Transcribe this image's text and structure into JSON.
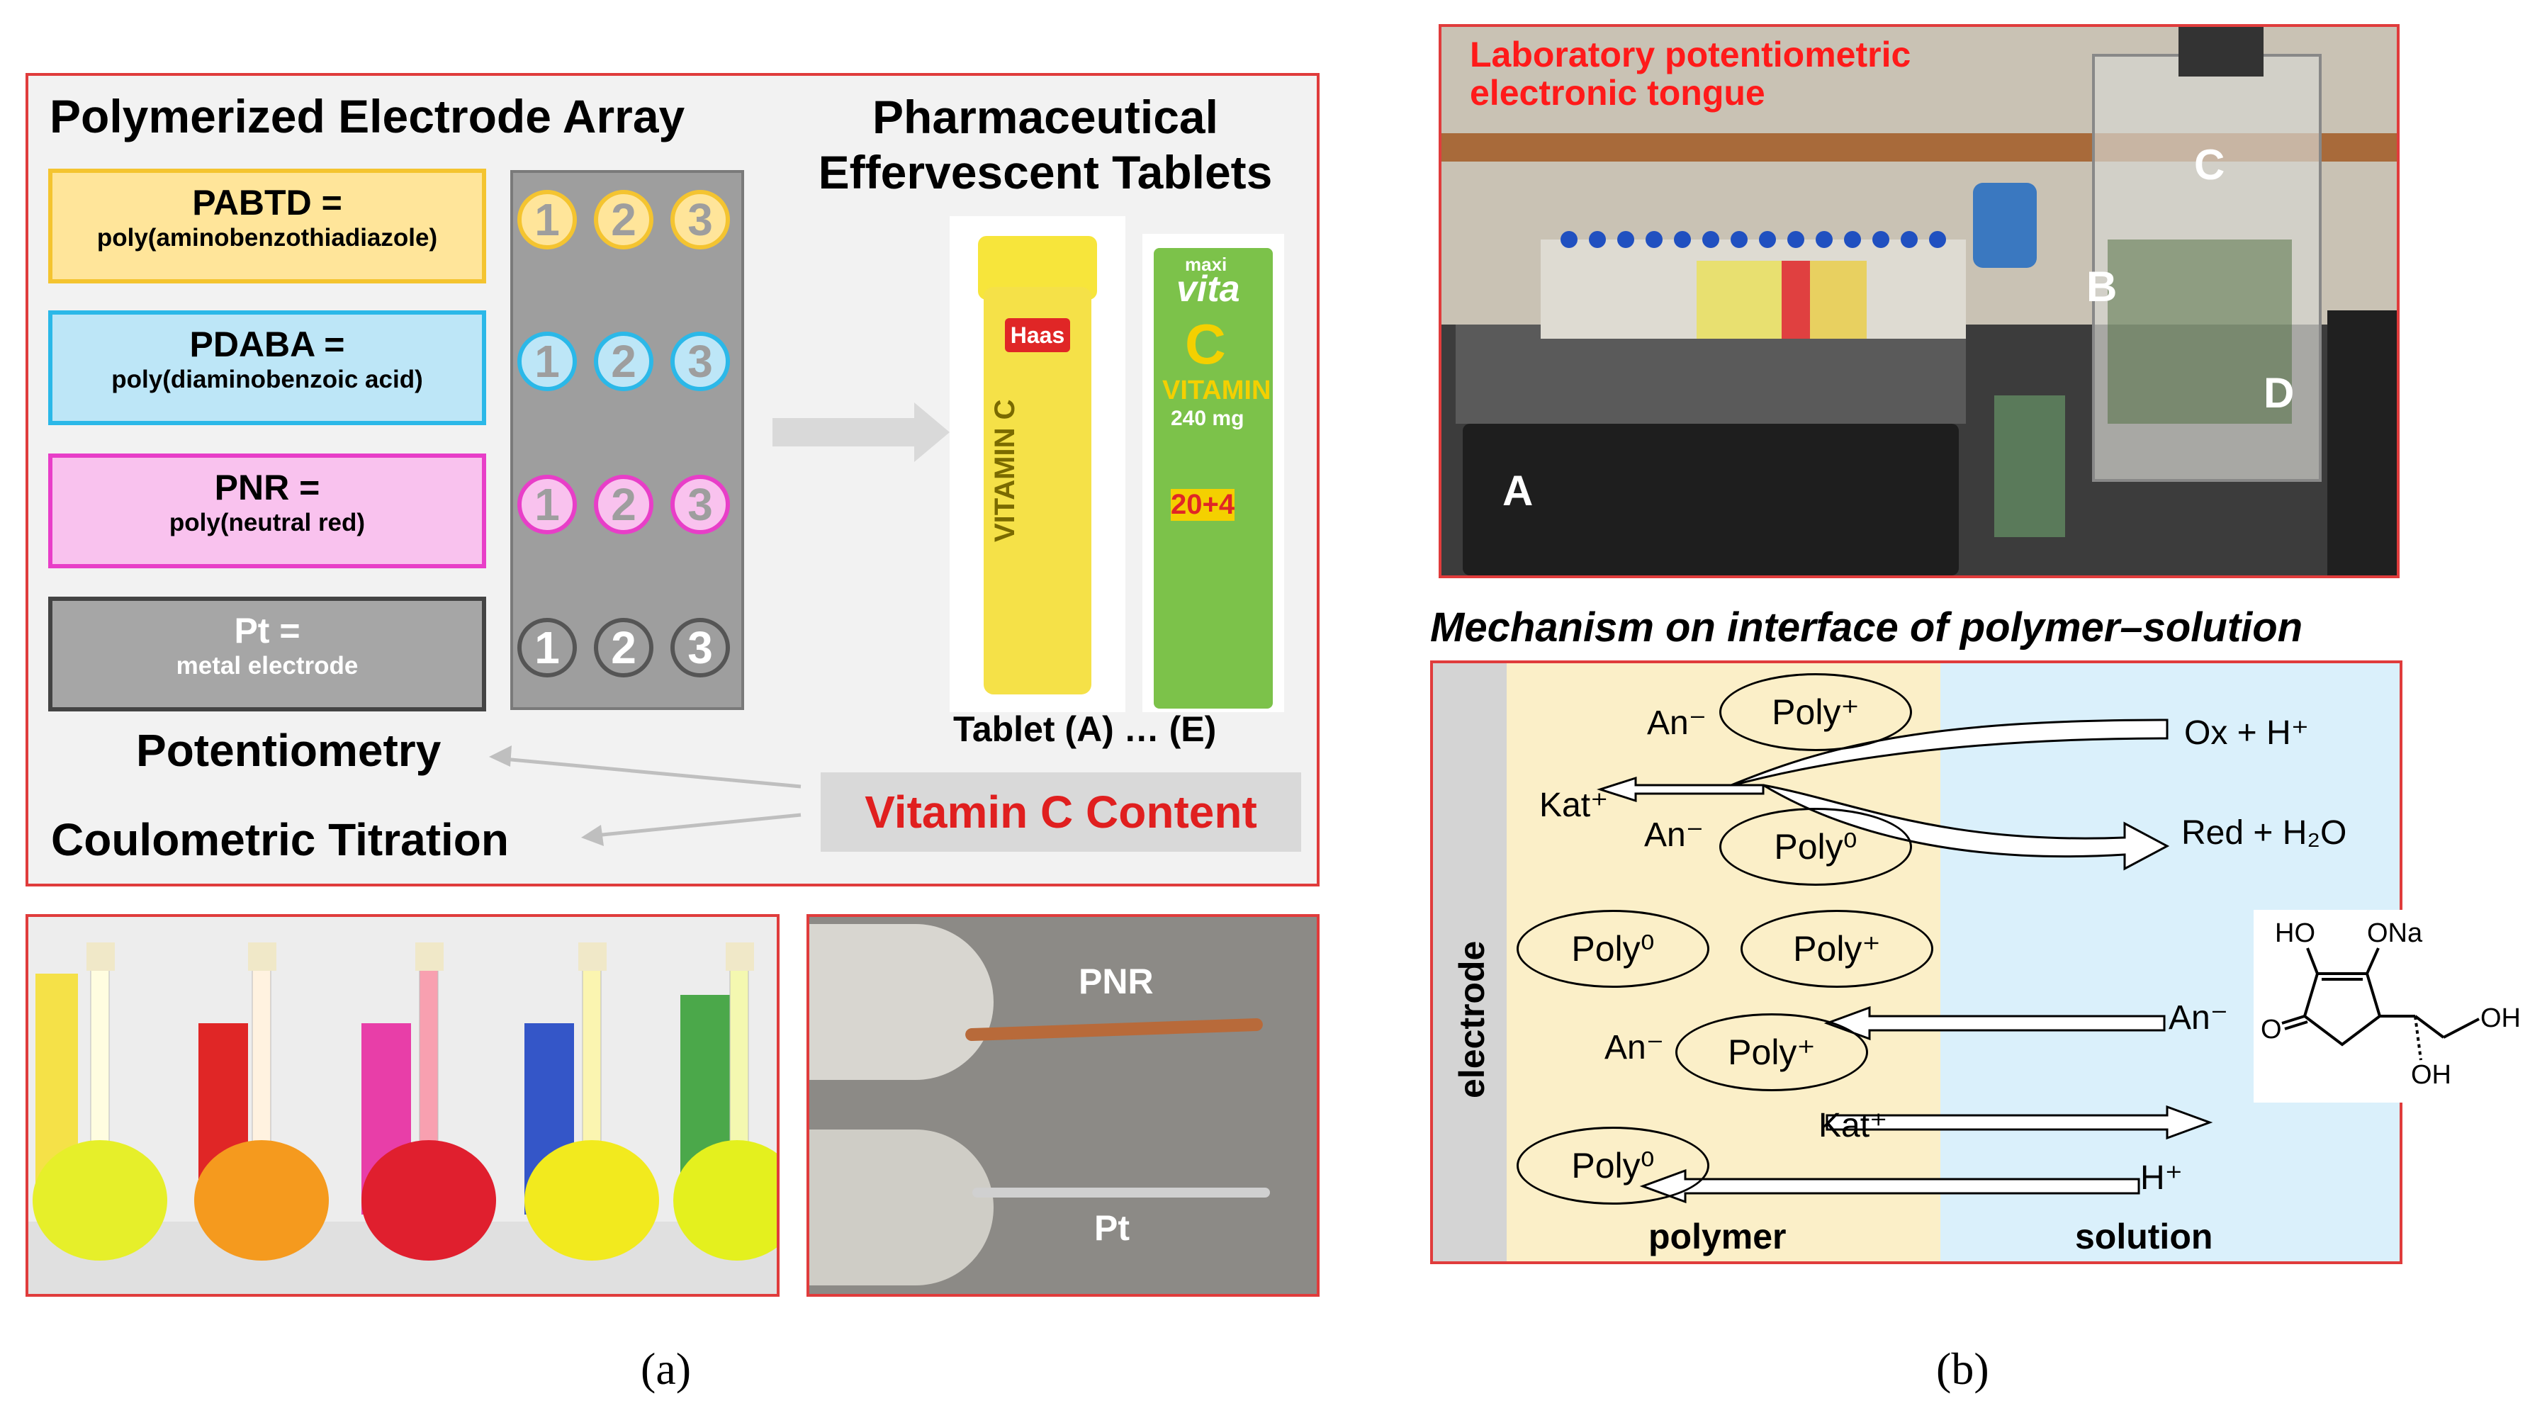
{
  "panel_a": {
    "array_title": "Polymerized Electrode Array",
    "tablets_title_line1": "Pharmaceutical",
    "tablets_title_line2": "Effervescent Tablets",
    "polymers": [
      {
        "abbr": "PABTD =",
        "full": "poly(aminobenzothiadiazole)",
        "color": "#f4c430",
        "fill": "#ffe59a"
      },
      {
        "abbr": "PDABA =",
        "full": "poly(diaminobenzoic acid)",
        "color": "#2bb8e8",
        "fill": "#bde6f7"
      },
      {
        "abbr": "PNR =",
        "full": "poly(neutral red)",
        "color": "#e83ec8",
        "fill": "#f9c2ee"
      },
      {
        "abbr": "Pt =",
        "full": "metal electrode",
        "color": "#444444",
        "fill": "#a6a6a6"
      }
    ],
    "electrode_numbers": [
      "1",
      "2",
      "3"
    ],
    "tablet_label": "Tablet (A) … (E)",
    "tablet_haas_brand": "Haas",
    "tablet_haas_text": "VITAMIN C",
    "tablet_maxi_brand_small": "maxi",
    "tablet_maxi_brand": "vita",
    "tablet_maxi_c": "C",
    "tablet_maxi_text": "VITAMIN",
    "tablet_maxi_dose": "240 mg",
    "tablet_maxi_count": "20+4",
    "potentiometry": "Potentiometry",
    "coulometric": "Coulometric Titration",
    "vitamin_c_content": "Vitamin C Content",
    "electrode_photo_labels": {
      "pnr": "PNR",
      "pt": "Pt"
    },
    "caption": "(a)"
  },
  "panel_b": {
    "photo_title_line1": "Laboratory potentiometric",
    "photo_title_line2": "electronic tongue",
    "photo_labels": {
      "a": "A",
      "b": "B",
      "c": "C",
      "d": "D"
    },
    "mechanism_title": "Mechanism on interface of polymer–solution",
    "electrode_label": "electrode",
    "polymer_label": "polymer",
    "solution_label": "solution",
    "species": {
      "an_minus": "An⁻",
      "kat_plus": "Kat⁺",
      "poly_plus": "Poly⁺",
      "poly_zero": "Poly⁰",
      "ox": "Ox + H⁺",
      "red": "Red + H₂O",
      "h_plus": "H⁺"
    },
    "molecule_labels": {
      "ho": "HO",
      "ona": "ONa",
      "o": "O",
      "oh1": "OH",
      "oh2": "OH"
    },
    "caption": "(b)"
  }
}
